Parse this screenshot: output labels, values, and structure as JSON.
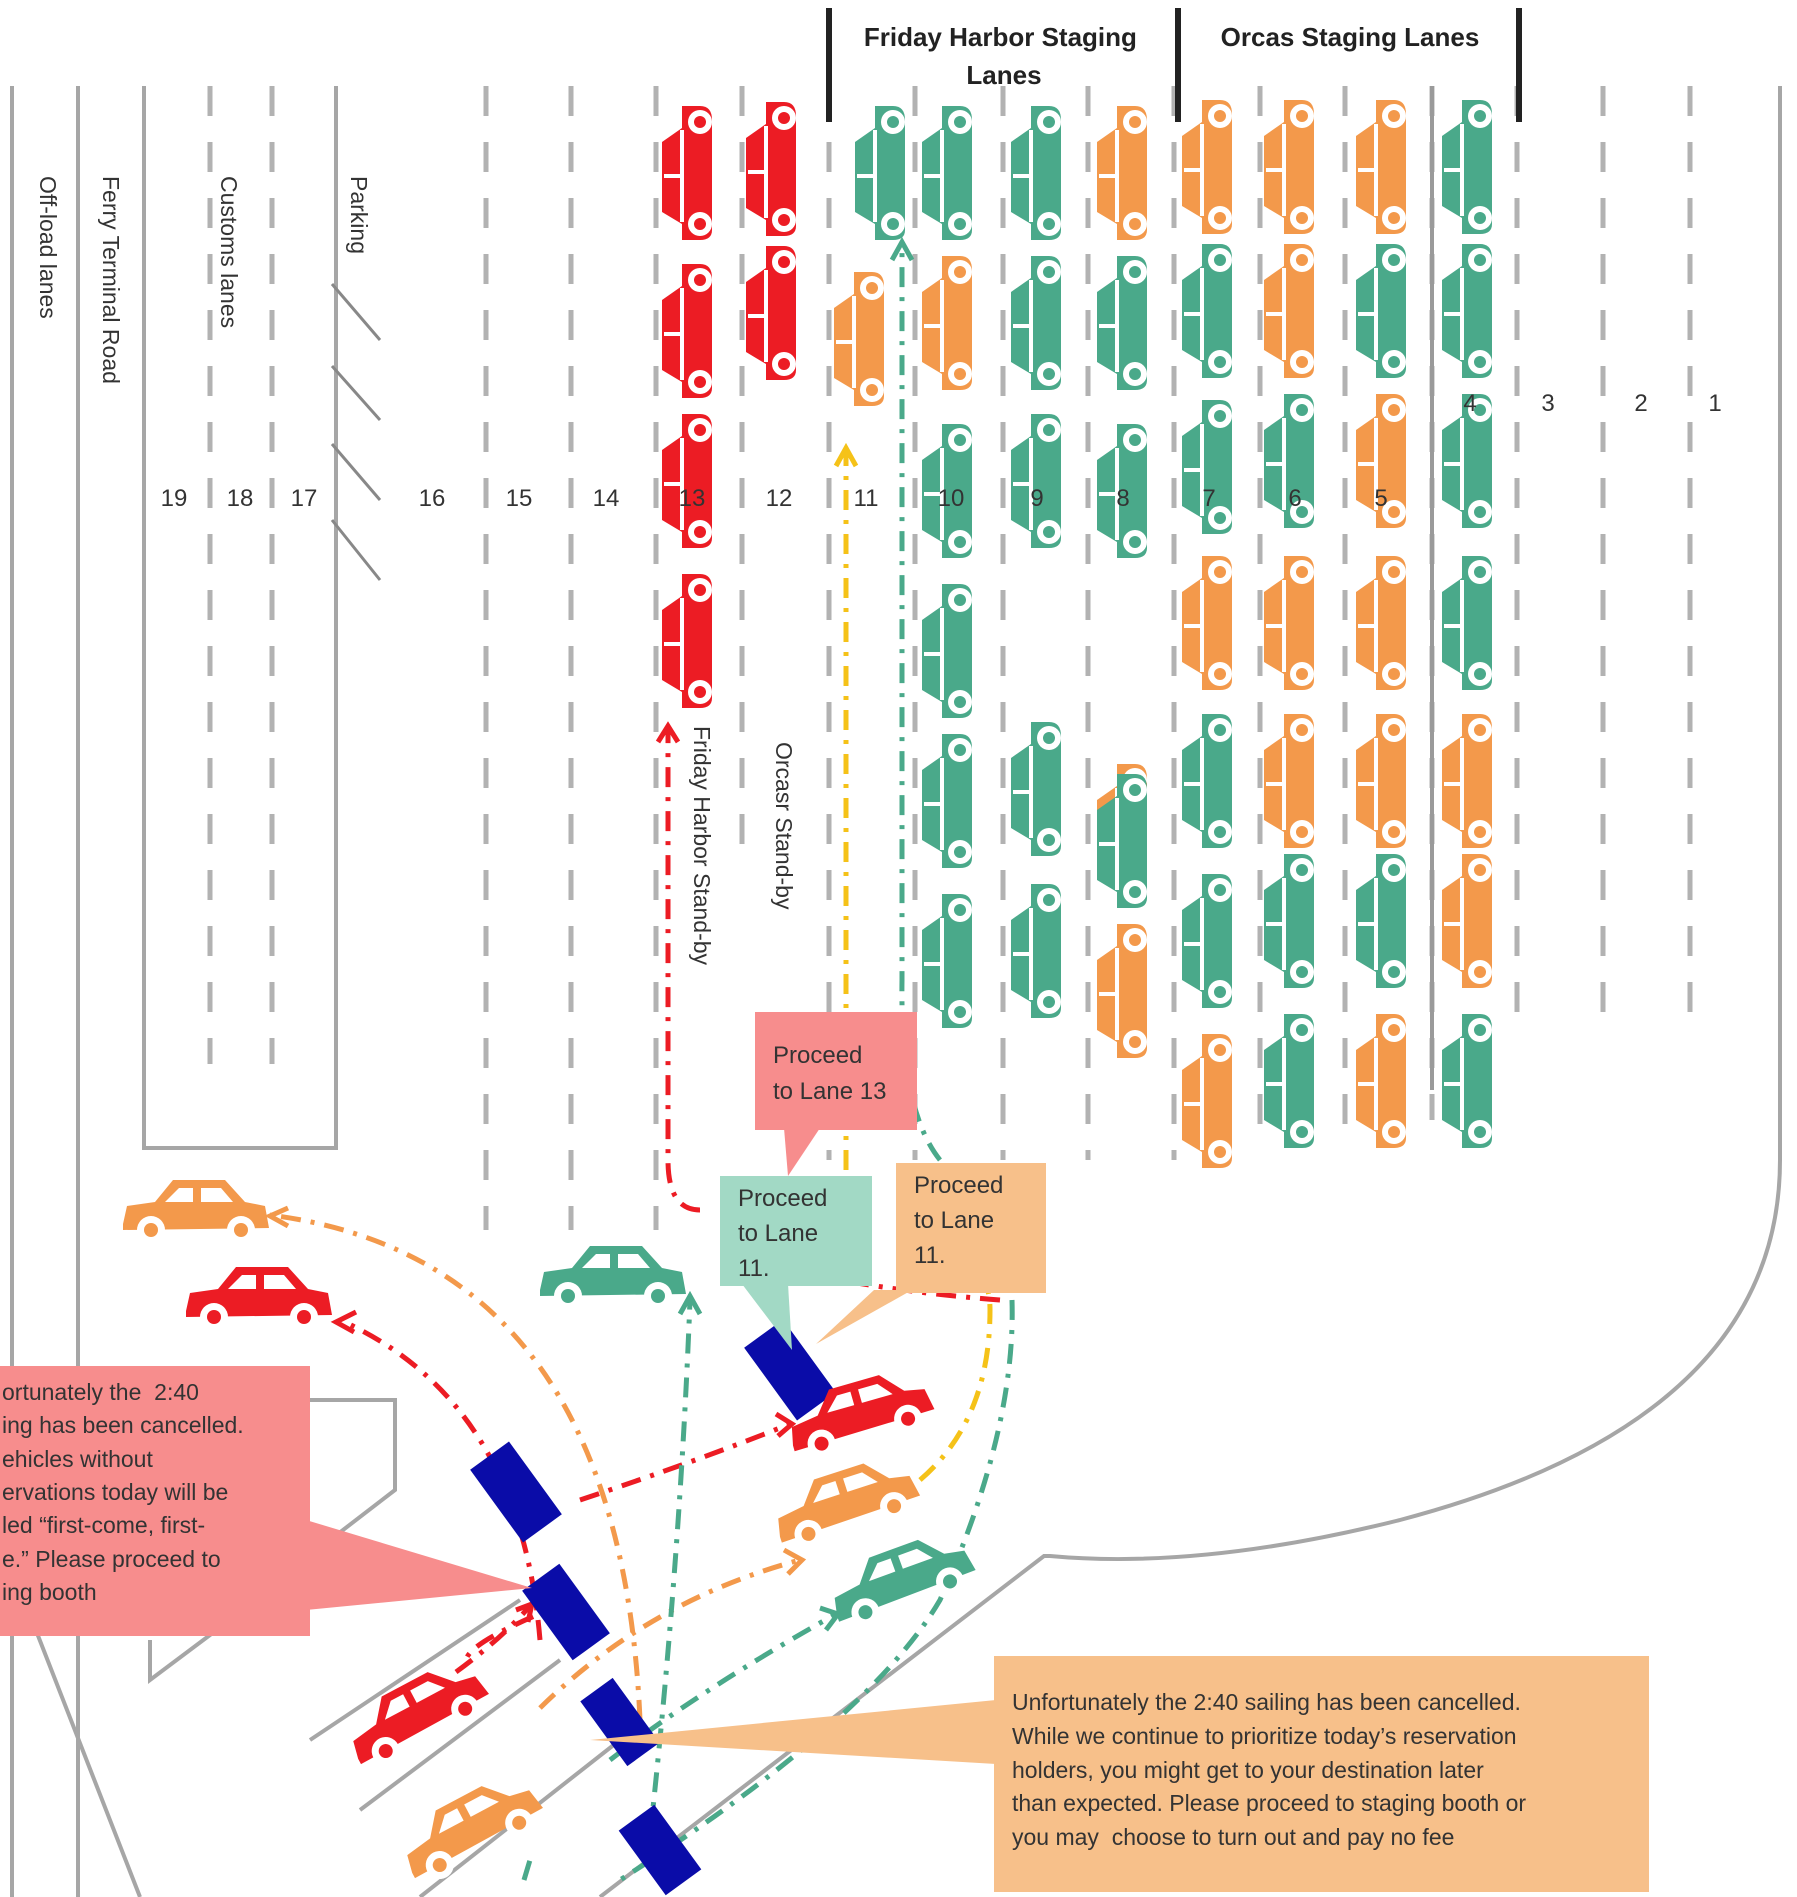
{
  "headers": {
    "friday_harbor_staging": "Friday Harbor Staging\nLanes",
    "orcas_staging": "Orcas Staging Lanes"
  },
  "lanes": {
    "numbers": [
      "19",
      "18",
      "17",
      "16",
      "15",
      "14",
      "13",
      "12",
      "11",
      "10",
      "9",
      "8",
      "7",
      "6",
      "5",
      "4",
      "3",
      "2",
      "1"
    ]
  },
  "labels": {
    "off_load": "Off-load lanes",
    "ferry_terminal_road": "Ferry Terminal Road",
    "customs": "Customs lanes",
    "parking": "Parking",
    "friday_harbor_standby": "Friday Harbor Stand-by",
    "orcas_standby": "Orcasr Stand-by"
  },
  "callouts": {
    "proceed_13": "Proceed\nto Lane 13",
    "proceed_11_green": "Proceed\nto Lane\n11.",
    "proceed_11_orange": "Proceed\nto Lane\n11.",
    "cancelled_red": "ortunately the  2:40\ning has been cancelled.\nehicles without\nervations today will be\nled “first-come, first-\ne.” Please proceed to\ning booth",
    "cancelled_orange": "Unfortunately the 2:40 sailing has been cancelled.\nWhile we continue to prioritize today’s reservation\nholders, you might get to your destination later\nthan expected. Please proceed to staging booth or\nyou may  choose to turn out and pay no fee"
  },
  "colors": {
    "red": "#ec1c24",
    "green": "#4aa98a",
    "orange": "#f3994b",
    "yellow": "#f5c218",
    "booth": "#0a0ca8",
    "road": "#a6a6a6",
    "lane_dash": "#b2b2b2"
  },
  "icons": {
    "car_top": "car-icon",
    "car_side": "car-side-icon",
    "booth": "toll-booth-icon",
    "arrow": "arrow-icon"
  }
}
